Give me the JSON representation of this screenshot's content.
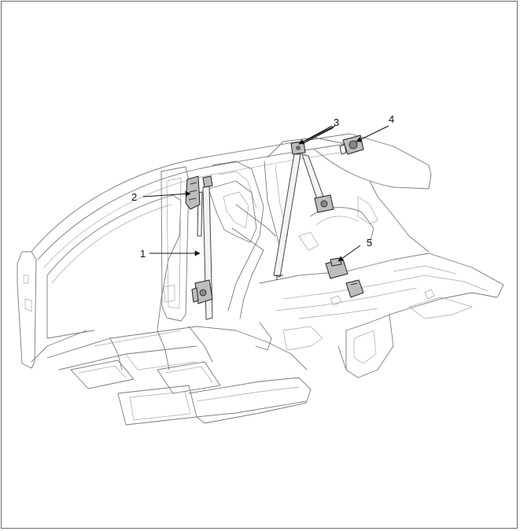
{
  "diagram": {
    "labels": {
      "one": "1",
      "two": "2",
      "three": "3",
      "four": "4",
      "five": "5"
    },
    "colors": {
      "frame": "#6b6b6b",
      "outline": "#7a7a7a",
      "part": "#bdbdbd",
      "leader": "#111111"
    }
  }
}
